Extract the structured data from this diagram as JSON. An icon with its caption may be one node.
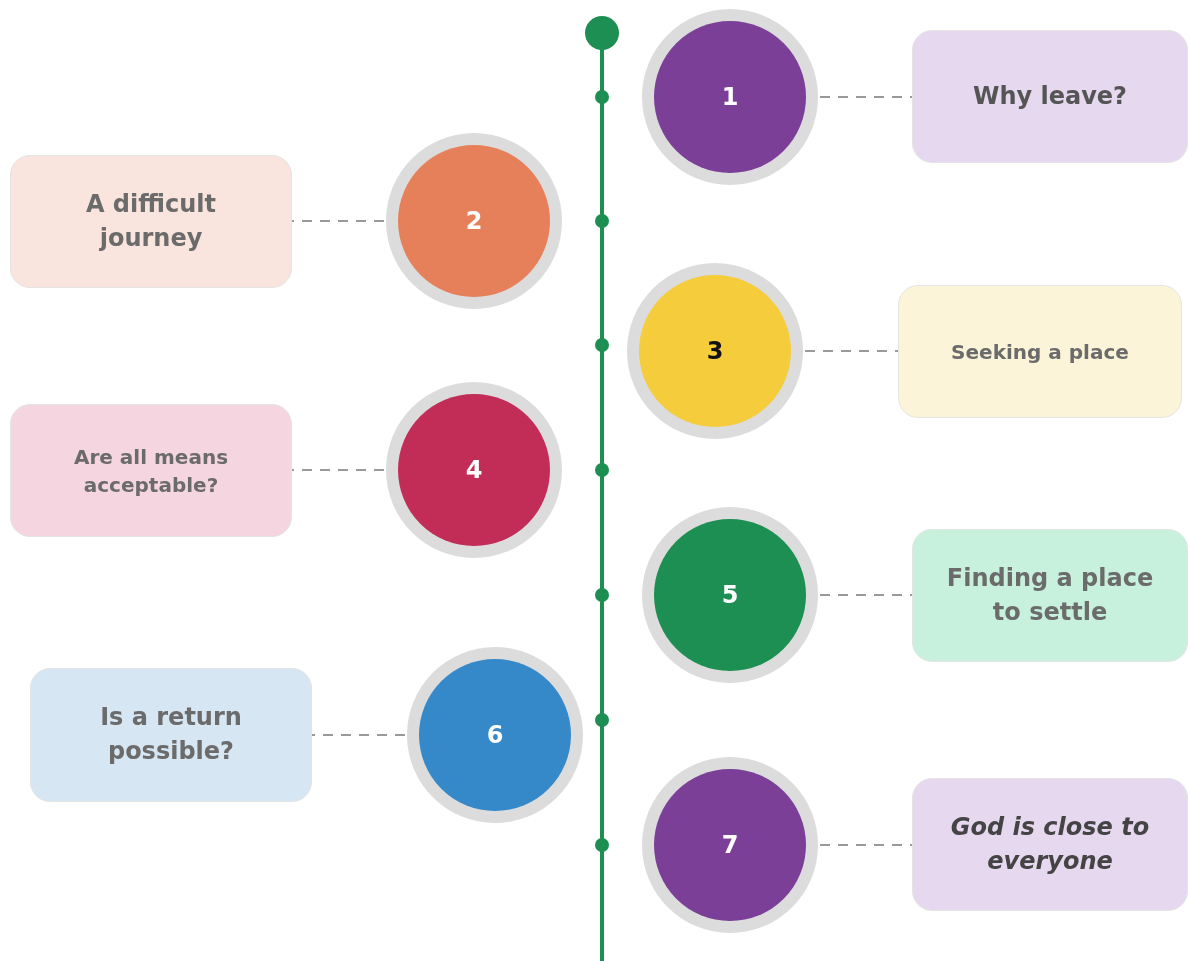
{
  "diagram": {
    "nodes": [
      {
        "text": [
          "1"
        ]
      },
      {
        "text": [
          "Why leave?"
        ]
      },
      {
        "text": [
          "A difficult journey"
        ]
      },
      {
        "text": [
          "2"
        ]
      },
      {
        "text": [
          "3"
        ]
      },
      {
        "text": [
          "Seeking a place"
        ]
      },
      {
        "text": [
          "Are all means acceptable?"
        ]
      },
      {
        "text": [
          "4"
        ]
      },
      {
        "text": [
          "5"
        ]
      },
      {
        "text": [
          "Finding a place to settle"
        ]
      },
      {
        "text": [
          "Is a return possible?"
        ]
      },
      {
        "text": [
          "6"
        ]
      },
      {
        "text": [
          "7"
        ]
      },
      {
        "text": [
          "God is close to everyone"
        ]
      }
    ],
    "edges": [
      {
        "from": 0,
        "to": 1,
        "arrow": "none",
        "style": "dashed"
      },
      {
        "from": 3,
        "to": 2,
        "arrow": "none",
        "style": "dashed"
      },
      {
        "from": 4,
        "to": 5,
        "arrow": "none",
        "style": "dashed"
      },
      {
        "from": 7,
        "to": 6,
        "arrow": "none",
        "style": "dashed"
      },
      {
        "from": 8,
        "to": 9,
        "arrow": "none",
        "style": "dashed"
      },
      {
        "from": 11,
        "to": 10,
        "arrow": "none",
        "style": "dashed"
      },
      {
        "from": 12,
        "to": 13,
        "arrow": "none",
        "style": "dashed"
      }
    ]
  }
}
